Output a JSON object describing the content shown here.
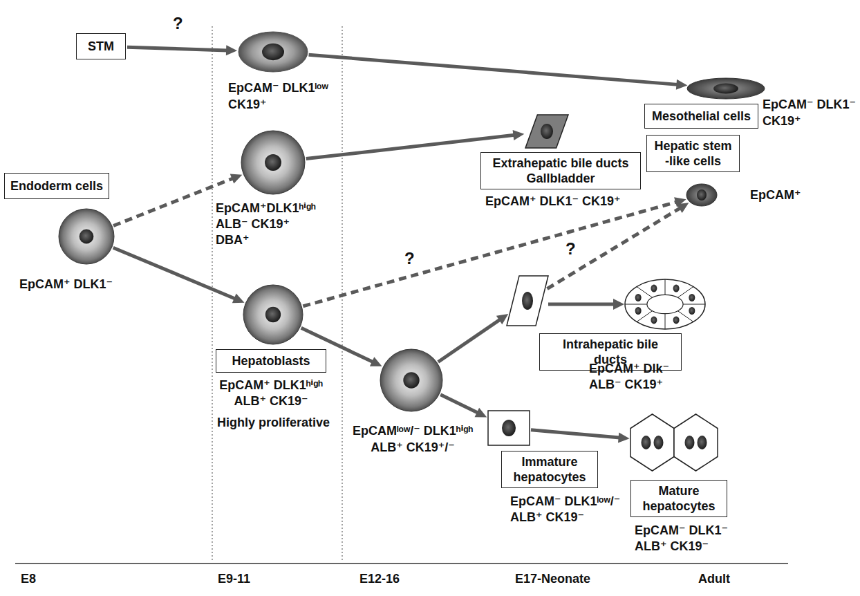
{
  "diagram": {
    "nodes": [
      {
        "text": [
          "STM"
        ]
      },
      {
        "text": [
          "EpCAM⁻ DLK1ˡᵒʷ",
          "CK19⁺"
        ]
      },
      {
        "text": [
          "Mesothelial cells",
          "EpCAM⁻ DLK1⁻",
          "CK19⁺"
        ]
      },
      {
        "text": [
          "Endoderm cells",
          "EpCAM⁺ DLK1⁻"
        ]
      },
      {
        "text": [
          "EpCAM⁺DLK1ʰⁱᵍʰ",
          "ALB⁻ CK19⁺",
          "DBA⁺"
        ]
      },
      {
        "text": [
          "Extrahepatic bile ducts Gallbladder",
          "EpCAM⁺ DLK1⁻ CK19⁺"
        ]
      },
      {
        "text": [
          "Hepatic stem -like cells",
          "EpCAM⁺"
        ]
      },
      {
        "text": [
          "Hepatoblasts",
          "EpCAM⁺ DLK1ʰⁱᵍʰ",
          "ALB⁺ CK19⁻",
          "Highly proliferative"
        ]
      },
      {
        "text": [
          "EpCAMˡᵒʷ/⁻ DLK1ʰⁱᵍʰ",
          "ALB⁺ CK19⁺/⁻"
        ]
      },
      {
        "text": [
          "Intrahepatic bile ducts",
          "EpCAM⁺ Dlk⁻",
          "ALB⁻ CK19⁺"
        ]
      },
      {
        "text": [
          "Immature hepatocytes",
          "EpCAM⁻ DLK1ˡᵒʷ/⁻",
          "ALB⁺ CK19⁻"
        ]
      },
      {
        "text": [
          "Mature hepatocytes",
          "EpCAM⁻ DLK1⁻",
          "ALB⁺ CK19⁻"
        ]
      }
    ],
    "edges": [
      {
        "from": 0,
        "to": 1,
        "arrow": "to"
      },
      {
        "from": 1,
        "to": 2,
        "arrow": "to"
      },
      {
        "from": 3,
        "to": 4,
        "arrow": "to"
      },
      {
        "from": 4,
        "to": 5,
        "arrow": "to"
      },
      {
        "from": 3,
        "to": 7,
        "arrow": "to"
      },
      {
        "from": 7,
        "to": 8,
        "arrow": "to"
      },
      {
        "from": 7,
        "to": 6,
        "arrow": "to"
      },
      {
        "from": 8,
        "to": 9,
        "arrow": "to"
      },
      {
        "from": 8,
        "to": 10,
        "arrow": "to"
      },
      {
        "from": 9,
        "to": 6,
        "arrow": "to"
      },
      {
        "from": 10,
        "to": 11,
        "arrow": "to"
      }
    ],
    "labels": [
      "?",
      "?",
      "?",
      "E8",
      "E9-11",
      "E12-16",
      "E17-Neonate",
      "Adult"
    ]
  }
}
